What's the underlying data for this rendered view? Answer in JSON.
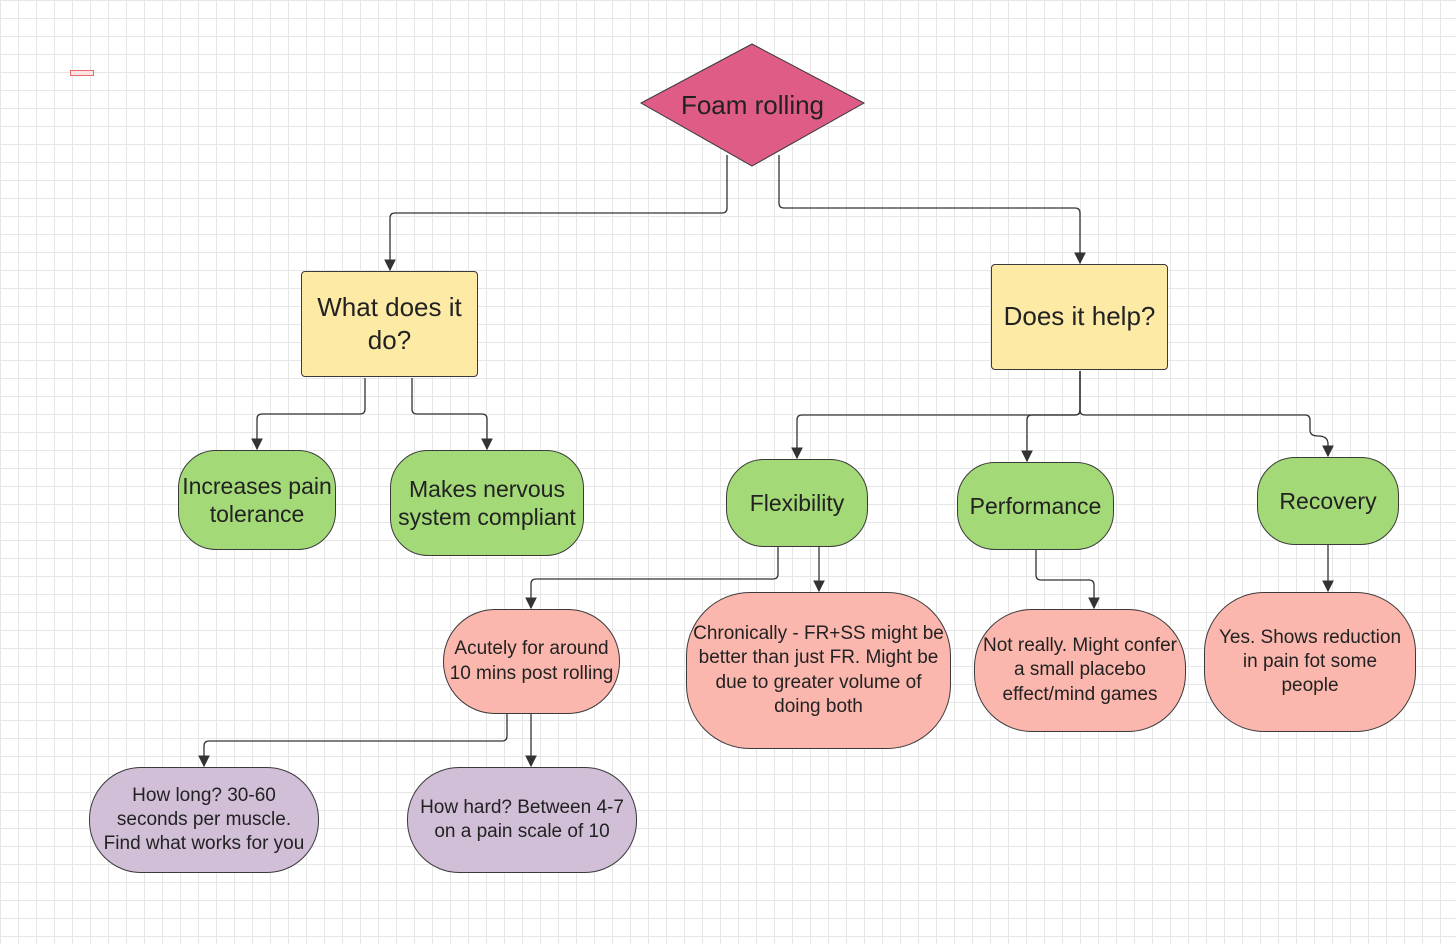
{
  "colors": {
    "root": "#de5c85",
    "question": "#fdeba5",
    "topic": "#a3d977",
    "answer": "#fbb7ad",
    "detail": "#d1bfd8",
    "line": "#333333"
  },
  "root": {
    "label": "Foam rolling"
  },
  "questions": {
    "what": "What does it do?",
    "help": "Does it help?"
  },
  "effects": {
    "pain": "Increases pain tolerance",
    "nervous": "Makes nervous system compliant"
  },
  "topics": {
    "flexibility": "Flexibility",
    "performance": "Performance",
    "recovery": "Recovery"
  },
  "answers": {
    "acute": "Acutely for around 10 mins post rolling",
    "chronic": "Chronically - FR+SS might be better than just FR. Might be due to greater volume of doing both",
    "performance": "Not really. Might confer a small placebo effect/mind games",
    "recovery": "Yes. Shows reduction in pain fot some people"
  },
  "details": {
    "how_long": "How long? 30-60 seconds per muscle. Find what works for you",
    "how_hard": "How hard? Between 4-7 on a pain scale of 10"
  }
}
